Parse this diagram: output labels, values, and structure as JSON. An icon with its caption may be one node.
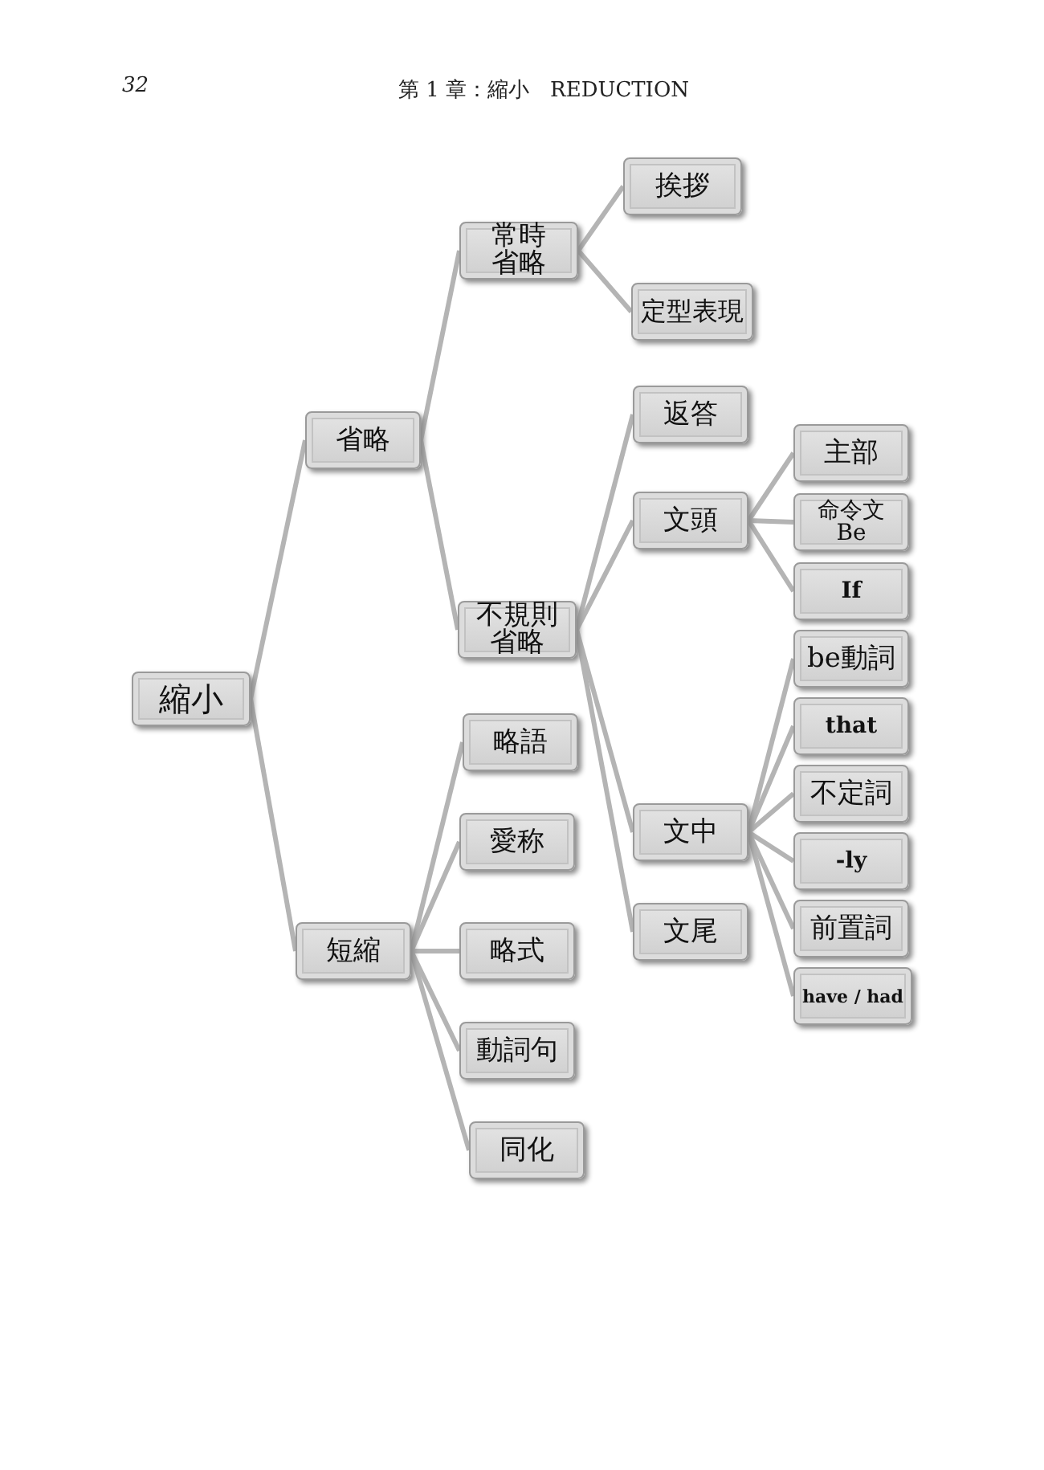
{
  "diagram": {
    "nodes": [
      {
        "text": [
          "縮小"
        ]
      },
      {
        "text": [
          "省略"
        ]
      },
      {
        "text": [
          "常時省略"
        ]
      },
      {
        "text": [
          "挨拶"
        ]
      },
      {
        "text": [
          "定型表現"
        ]
      },
      {
        "text": [
          "不規則省略"
        ]
      },
      {
        "text": [
          "返答"
        ]
      },
      {
        "text": [
          "文頭"
        ]
      },
      {
        "text": [
          "主部"
        ]
      },
      {
        "text": [
          "命令文 Be"
        ]
      },
      {
        "text": [
          "If"
        ]
      },
      {
        "text": [
          "文中"
        ]
      },
      {
        "text": [
          "be動詞"
        ]
      },
      {
        "text": [
          "that"
        ]
      },
      {
        "text": [
          "不定詞"
        ]
      },
      {
        "text": [
          "-ly"
        ]
      },
      {
        "text": [
          "前置詞"
        ]
      },
      {
        "text": [
          "have / had"
        ]
      },
      {
        "text": [
          "文尾"
        ]
      },
      {
        "text": [
          "短縮"
        ]
      },
      {
        "text": [
          "略語"
        ]
      },
      {
        "text": [
          "愛称"
        ]
      },
      {
        "text": [
          "略式"
        ]
      },
      {
        "text": [
          "動詞句"
        ]
      },
      {
        "text": [
          "同化"
        ]
      }
    ],
    "edges": [
      {
        "from": 0,
        "to": 1,
        "arrow": "none"
      },
      {
        "from": 0,
        "to": 19,
        "arrow": "none"
      },
      {
        "from": 1,
        "to": 2,
        "arrow": "none"
      },
      {
        "from": 1,
        "to": 5,
        "arrow": "none"
      },
      {
        "from": 2,
        "to": 3,
        "arrow": "none"
      },
      {
        "from": 2,
        "to": 4,
        "arrow": "none"
      },
      {
        "from": 5,
        "to": 6,
        "arrow": "none"
      },
      {
        "from": 5,
        "to": 7,
        "arrow": "none"
      },
      {
        "from": 5,
        "to": 11,
        "arrow": "none"
      },
      {
        "from": 5,
        "to": 18,
        "arrow": "none"
      },
      {
        "from": 7,
        "to": 8,
        "arrow": "none"
      },
      {
        "from": 7,
        "to": 9,
        "arrow": "none"
      },
      {
        "from": 7,
        "to": 10,
        "arrow": "none"
      },
      {
        "from": 11,
        "to": 12,
        "arrow": "none"
      },
      {
        "from": 11,
        "to": 13,
        "arrow": "none"
      },
      {
        "from": 11,
        "to": 14,
        "arrow": "none"
      },
      {
        "from": 11,
        "to": 15,
        "arrow": "none"
      },
      {
        "from": 11,
        "to": 16,
        "arrow": "none"
      },
      {
        "from": 11,
        "to": 17,
        "arrow": "none"
      },
      {
        "from": 19,
        "to": 20,
        "arrow": "none"
      },
      {
        "from": 19,
        "to": 21,
        "arrow": "none"
      },
      {
        "from": 19,
        "to": 22,
        "arrow": "none"
      },
      {
        "from": 19,
        "to": 23,
        "arrow": "none"
      },
      {
        "from": 19,
        "to": 24,
        "arrow": "none"
      }
    ],
    "labels": [
      "32",
      "第 1 章：縮小　REDUCTION"
    ]
  }
}
